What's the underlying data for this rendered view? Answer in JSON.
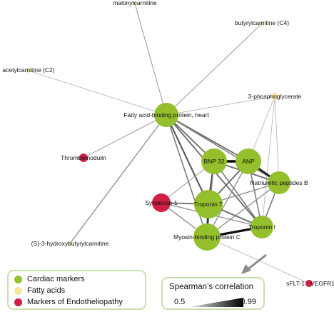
{
  "colors": {
    "cardiac": "#93c02c",
    "fatty": "#f2e79b",
    "endo": "#cf1f45",
    "edge": "#9a9a9a",
    "legend_border": "#c9dfb0"
  },
  "nodes": [
    {
      "id": "malonylcarnitine",
      "label": "malonylcarnitine",
      "group": "fatty"
    },
    {
      "id": "butyrylcarnitine",
      "label": "butyrylcarnitine (C4)",
      "group": "fatty"
    },
    {
      "id": "acetylcarnitine",
      "label": "acetylcarnitine (C2)",
      "group": "fatty"
    },
    {
      "id": "phosphoglycerate",
      "label": "3-phosphoglycerate",
      "group": "fatty"
    },
    {
      "id": "fabp",
      "label": "Fatty acid-binding protein, heart",
      "group": "cardiac"
    },
    {
      "id": "thrombomodulin",
      "label": "Thrombomodulin",
      "group": "endo"
    },
    {
      "id": "bnp32",
      "label": "BNP 32",
      "group": "cardiac"
    },
    {
      "id": "anp",
      "label": "ANP",
      "group": "cardiac"
    },
    {
      "id": "natriuretic",
      "label": "Natriuretic peptides B",
      "group": "cardiac"
    },
    {
      "id": "syndecan",
      "label": "Syndecan-1",
      "group": "endo"
    },
    {
      "id": "troponint",
      "label": "Troponin T",
      "group": "cardiac"
    },
    {
      "id": "troponini",
      "label": "Troponin I",
      "group": "cardiac"
    },
    {
      "id": "mybpc",
      "label": "Myosin-binding protein C",
      "group": "cardiac"
    },
    {
      "id": "hydroxybutyryl",
      "label": "(S)-3-hydroxybutyrylcarnitine",
      "group": "fatty"
    },
    {
      "id": "sflt1",
      "label": "sFLT-1",
      "group": "endo"
    },
    {
      "id": "vegfr1",
      "label": "VEGFR1",
      "group": "endo"
    }
  ],
  "edges": [
    {
      "source": "malonylcarnitine",
      "target": "fabp",
      "weight": 0.55
    },
    {
      "source": "butyrylcarnitine",
      "target": "fabp",
      "weight": 0.55
    },
    {
      "source": "acetylcarnitine",
      "target": "fabp",
      "weight": 0.5
    },
    {
      "source": "phosphoglycerate",
      "target": "fabp",
      "weight": 0.5
    },
    {
      "source": "phosphoglycerate",
      "target": "anp",
      "weight": 0.5
    },
    {
      "source": "phosphoglycerate",
      "target": "natriuretic",
      "weight": 0.5
    },
    {
      "source": "phosphoglycerate",
      "target": "troponini",
      "weight": 0.5
    },
    {
      "source": "thrombomodulin",
      "target": "fabp",
      "weight": 0.55
    },
    {
      "source": "hydroxybutyryl",
      "target": "fabp",
      "weight": 0.6
    },
    {
      "source": "fabp",
      "target": "bnp32",
      "weight": 0.7
    },
    {
      "source": "fabp",
      "target": "anp",
      "weight": 0.7
    },
    {
      "source": "fabp",
      "target": "natriuretic",
      "weight": 0.65
    },
    {
      "source": "fabp",
      "target": "troponint",
      "weight": 0.75
    },
    {
      "source": "fabp",
      "target": "troponini",
      "weight": 0.7
    },
    {
      "source": "fabp",
      "target": "mybpc",
      "weight": 0.65
    },
    {
      "source": "bnp32",
      "target": "anp",
      "weight": 0.99
    },
    {
      "source": "bnp32",
      "target": "natriuretic",
      "weight": 0.7
    },
    {
      "source": "bnp32",
      "target": "troponint",
      "weight": 0.8
    },
    {
      "source": "bnp32",
      "target": "troponini",
      "weight": 0.65
    },
    {
      "source": "bnp32",
      "target": "mybpc",
      "weight": 0.6
    },
    {
      "source": "bnp32",
      "target": "syndecan",
      "weight": 0.55
    },
    {
      "source": "anp",
      "target": "natriuretic",
      "weight": 0.9
    },
    {
      "source": "anp",
      "target": "troponint",
      "weight": 0.7
    },
    {
      "source": "anp",
      "target": "troponini",
      "weight": 0.65
    },
    {
      "source": "anp",
      "target": "mybpc",
      "weight": 0.6
    },
    {
      "source": "natriuretic",
      "target": "troponint",
      "weight": 0.6
    },
    {
      "source": "natriuretic",
      "target": "troponini",
      "weight": 0.65
    },
    {
      "source": "natriuretic",
      "target": "mybpc",
      "weight": 0.6
    },
    {
      "source": "troponint",
      "target": "mybpc",
      "weight": 0.85
    },
    {
      "source": "troponint",
      "target": "troponini",
      "weight": 0.7
    },
    {
      "source": "troponint",
      "target": "syndecan",
      "weight": 0.7
    },
    {
      "source": "troponini",
      "target": "mybpc",
      "weight": 0.97
    },
    {
      "source": "troponini",
      "target": "syndecan",
      "weight": 0.6
    },
    {
      "source": "syndecan",
      "target": "mybpc",
      "weight": 0.6
    },
    {
      "source": "mybpc",
      "target": "sflt1",
      "weight": 0.5
    }
  ],
  "legend": {
    "items": [
      {
        "label": "Cardiac markers",
        "group": "cardiac"
      },
      {
        "label": "Fatty acids",
        "group": "fatty"
      },
      {
        "label": "Markers of Endotheliopathy",
        "group": "endo"
      }
    ]
  },
  "correlation": {
    "title": "Spearman’s correlation",
    "min": "0.5",
    "max": "0.99"
  }
}
